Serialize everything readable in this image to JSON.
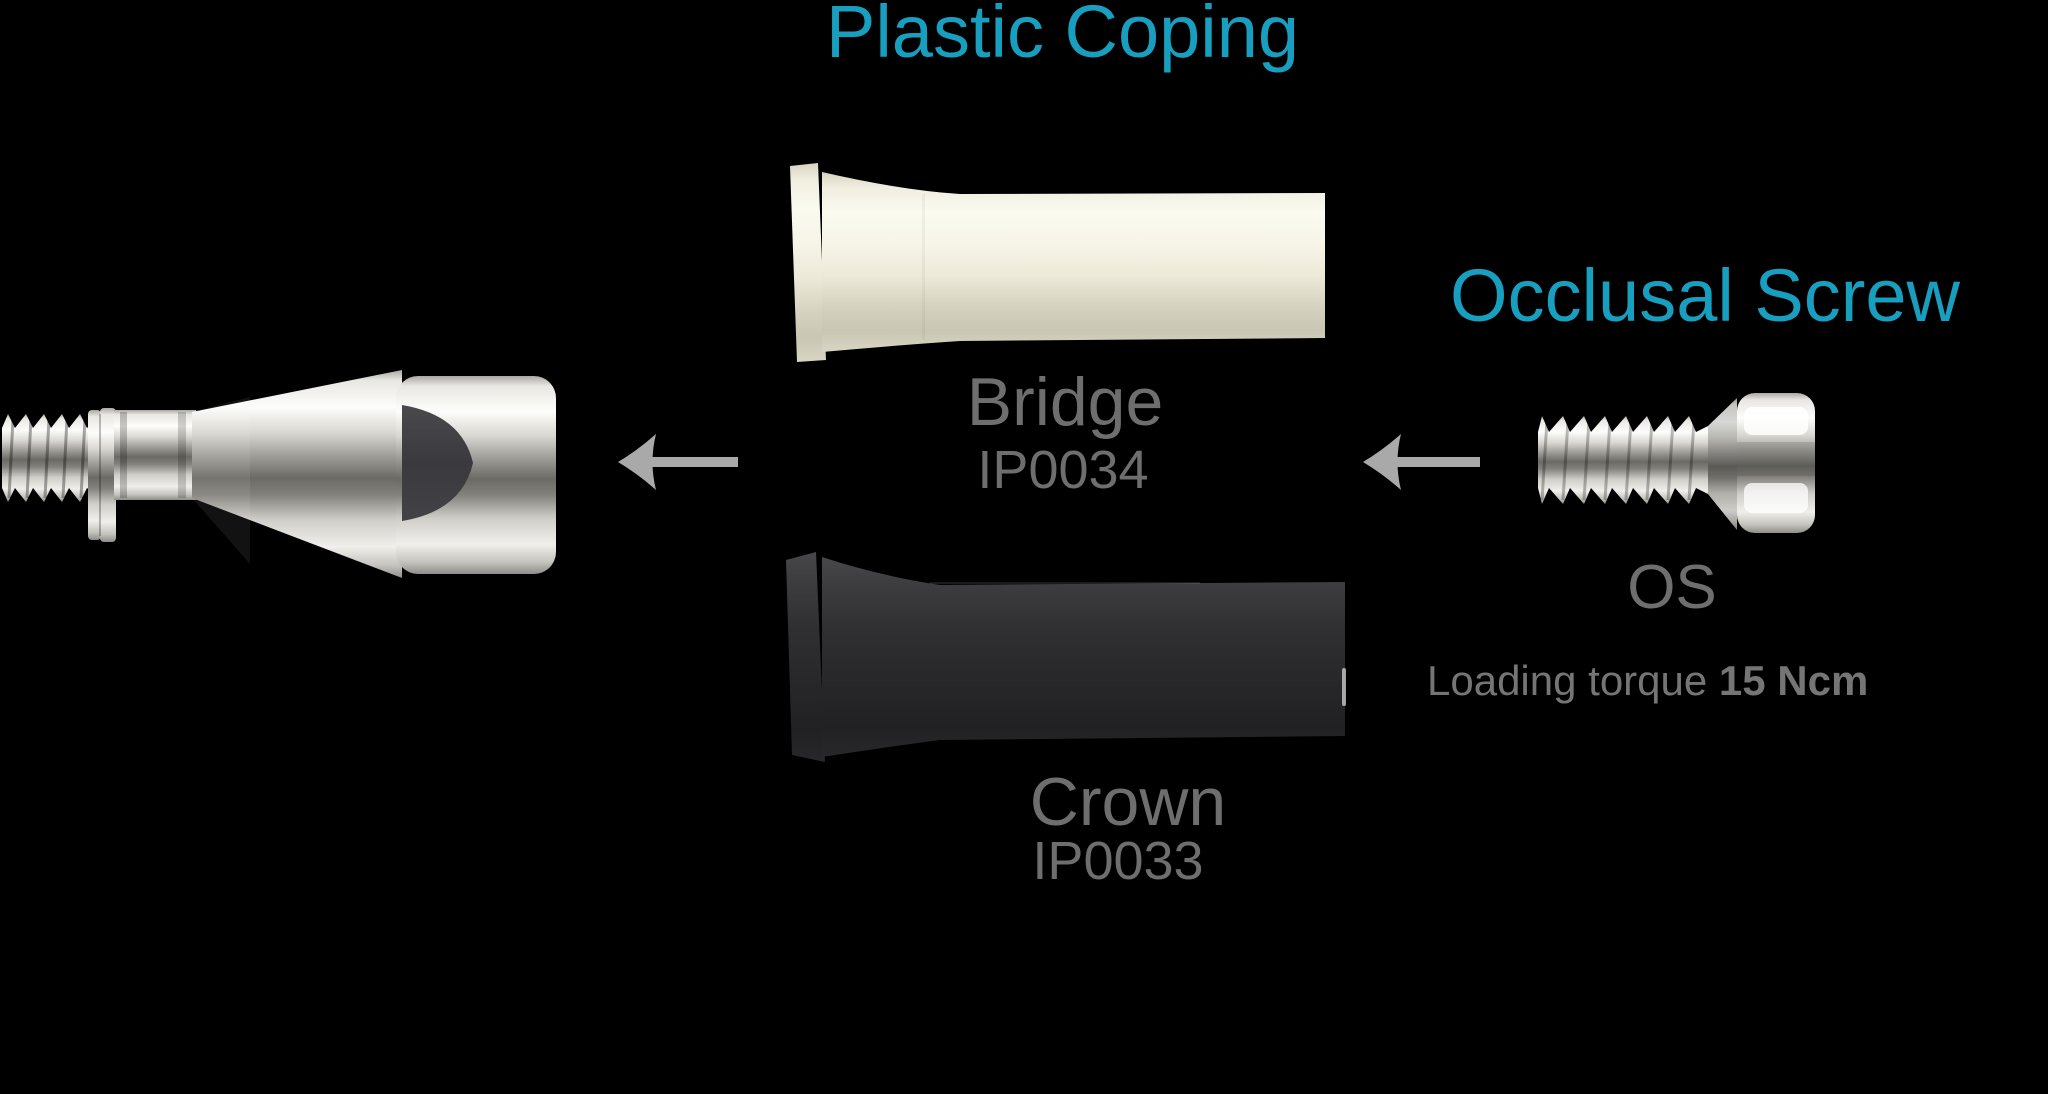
{
  "diagram": {
    "title_left": "Plastic Coping",
    "title_right": "Occlusal Screw",
    "bridge": {
      "name": "Bridge",
      "code": "IP0034"
    },
    "crown": {
      "name": "Crown",
      "code": "IP0033"
    },
    "screw": {
      "abbr": "OS",
      "torque_prefix": "Loading torque ",
      "torque_value": "15 Ncm"
    },
    "colors": {
      "background": "#000000",
      "accent_cyan": "#189EBE",
      "label_gray": "#6e6e6e",
      "torque_gray": "#757575",
      "arrow_gray": "#a9a9a9",
      "metal_light": "#fdfdfb",
      "metal_dark": "#6b6a65",
      "coping_cream": "#fbfaf0",
      "coping_dark": "#28282a"
    }
  }
}
